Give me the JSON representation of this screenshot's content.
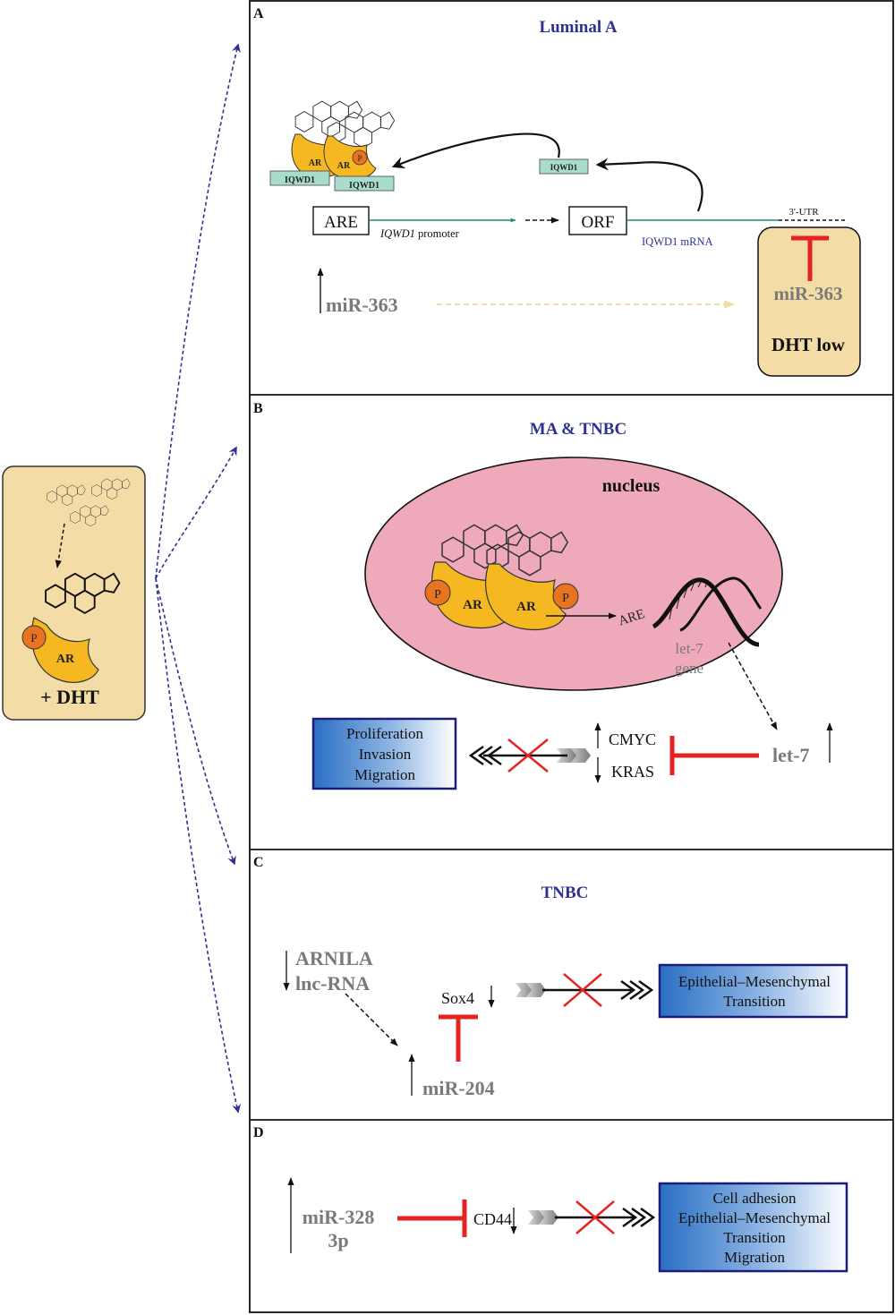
{
  "left_box": {
    "p_label": "P",
    "ar_label": "AR",
    "dht_label": "+ DHT"
  },
  "panel_a": {
    "letter": "A",
    "title": "Luminal A",
    "ar1": "AR",
    "ar2": "AR",
    "p": "P",
    "iqwd1_left": "IQWD1",
    "iqwd1_right": "IQWD1",
    "iqwd1_mid": "IQWD1",
    "are": "ARE",
    "promoter_italic": "IQWD1",
    "promoter_rest": " promoter",
    "orf": "ORF",
    "mrna": "IQWD1 mRNA",
    "utr": "3'-UTR",
    "mir_left": "miR-363",
    "mir_box": "miR-363",
    "dht_low": "DHT low"
  },
  "panel_b": {
    "letter": "B",
    "title": "MA & TNBC",
    "nucleus": "nucleus",
    "p": "P",
    "ar": "AR",
    "are": "ARE",
    "gene_line1": "let-7",
    "gene_line2": "gene",
    "outcome": [
      "Proliferation",
      "Invasion",
      "Migration"
    ],
    "cmyc": "CMYC",
    "kras": "KRAS",
    "let7": "let-7"
  },
  "panel_c": {
    "letter": "C",
    "title": "TNBC",
    "arnila": "ARNILA",
    "lncrna": "lnc-RNA",
    "sox4": "Sox4",
    "mir204": "miR-204",
    "outcome": [
      "Epithelial–Mesenchymal",
      "Transition"
    ]
  },
  "panel_d": {
    "letter": "D",
    "mir_line1": "miR-328",
    "mir_line2": "3p",
    "cd44": "CD44",
    "outcome": [
      "Cell adhesion",
      "Epithelial–Mesenchymal",
      "Transition",
      "Migration"
    ]
  },
  "colors": {
    "tan": "#f3dca5",
    "ar_yellow": "#f5b820",
    "p_orange": "#e8741f",
    "nucleus_pink": "#eeaabb",
    "title_blue": "#2e3192",
    "grey_text": "#7a7a7a",
    "inhibit_red": "#e52421",
    "teal_box": "#a8dccd",
    "teal_line": "#1d8f6f"
  }
}
